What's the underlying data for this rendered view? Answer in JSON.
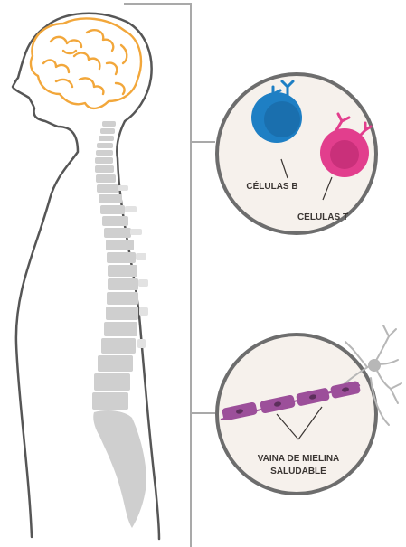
{
  "labels": {
    "b_cells": "CÉLULAS B",
    "t_cells": "CÉLULAS T",
    "myelin_line1": "VAINA DE MIELINA",
    "myelin_line2": "SALUDABLE"
  },
  "colors": {
    "body_outline": "#565656",
    "brain": "#f2a73b",
    "spine": "#cfcfcf",
    "circle_fill": "#f6f1ec",
    "circle_border": "#6d6d6d",
    "bracket": "#a9a9a9",
    "b_cell": "#1e7fc4",
    "b_cell_inner": "#1a6fae",
    "t_cell": "#e23e8d",
    "t_cell_inner": "#c9307a",
    "myelin": "#9c4f9a",
    "myelin_dot": "#5c2f5b",
    "neuron": "#b7b7b7"
  },
  "icons": [
    "human-silhouette",
    "brain-icon",
    "spine-icon",
    "b-cell-icon",
    "t-cell-icon",
    "myelin-sheath-icon",
    "neuron-icon"
  ]
}
